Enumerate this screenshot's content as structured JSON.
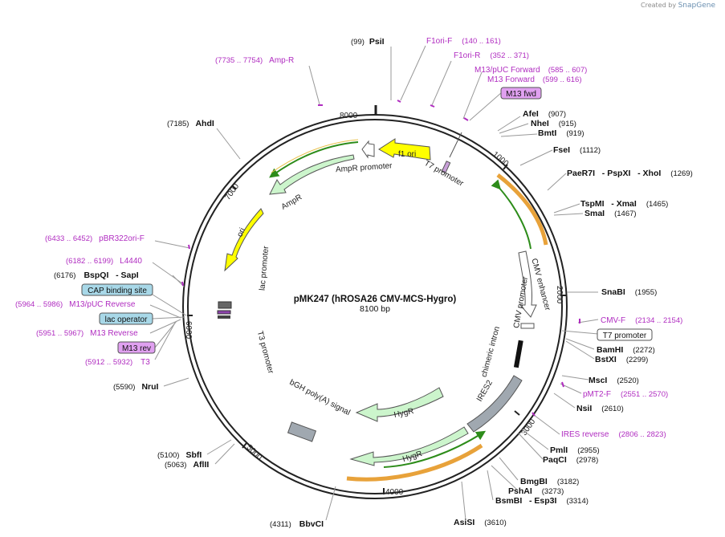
{
  "brand": {
    "created_by": "Created by",
    "product": "SnapGene"
  },
  "plasmid": {
    "name": "pMK247 (hROSA26 CMV-MCS-Hygro)",
    "size": "8100 bp"
  },
  "ticks": [
    "1000",
    "2000",
    "3000",
    "4000",
    "5000",
    "6000",
    "7000",
    "8000"
  ],
  "sites": [
    {
      "name": "PsiI",
      "pos": "(99)"
    },
    {
      "name": "AfeI",
      "pos": "(907)"
    },
    {
      "name": "NheI",
      "pos": "(915)"
    },
    {
      "name": "BmtI",
      "pos": "(919)"
    },
    {
      "name": "FseI",
      "pos": "(1112)"
    },
    {
      "name": "PaeR7I   - PspXI   - XhoI",
      "pos": "(1269)"
    },
    {
      "name": "TspMI   - XmaI",
      "pos": "(1465)"
    },
    {
      "name": "SmaI",
      "pos": "(1467)"
    },
    {
      "name": "SnaBI",
      "pos": "(1955)"
    },
    {
      "name": "BamHI",
      "pos": "(2272)"
    },
    {
      "name": "BstXI",
      "pos": "(2299)"
    },
    {
      "name": "MscI",
      "pos": "(2520)"
    },
    {
      "name": "NsiI",
      "pos": "(2610)"
    },
    {
      "name": "PmlI",
      "pos": "(2955)"
    },
    {
      "name": "PaqCI",
      "pos": "(2978)"
    },
    {
      "name": "BmgBI",
      "pos": "(3182)"
    },
    {
      "name": "PshAI",
      "pos": "(3273)"
    },
    {
      "name": "BsmBI   - Esp3I",
      "pos": "(3314)"
    },
    {
      "name": "AsiSI",
      "pos": "(3610)"
    },
    {
      "name": "BbvCI",
      "pos": "(4311)"
    },
    {
      "name": "AflII",
      "pos": "(5063)"
    },
    {
      "name": "SbfI",
      "pos": "(5100)"
    },
    {
      "name": "NruI",
      "pos": "(5590)"
    },
    {
      "name": "BspQI   - SapI",
      "pos": "(6176)"
    },
    {
      "name": "AhdI",
      "pos": "(7185)"
    }
  ],
  "primers": [
    {
      "name": "Amp-R",
      "pos": "(7735 .. 7754)"
    },
    {
      "name": "F1ori-F",
      "pos": "(140 .. 161)"
    },
    {
      "name": "F1ori-R",
      "pos": "(352 .. 371)"
    },
    {
      "name": "M13/pUC Forward",
      "pos": "(585 .. 607)"
    },
    {
      "name": "M13 Forward",
      "pos": "(599 .. 616)"
    },
    {
      "name": "pBR322ori-F",
      "pos": "(6433 .. 6452)"
    },
    {
      "name": "L4440",
      "pos": "(6182 .. 6199)"
    },
    {
      "name": "M13/pUC Reverse",
      "pos": "(5964 .. 5986)"
    },
    {
      "name": "M13 Reverse",
      "pos": "(5951 .. 5967)"
    },
    {
      "name": "T3",
      "pos": "(5912 .. 5932)"
    },
    {
      "name": "CMV-F",
      "pos": "(2134 .. 2154)"
    },
    {
      "name": "pMT2-F",
      "pos": "(2551 .. 2570)"
    },
    {
      "name": "IRES reverse",
      "pos": "(2806 .. 2823)"
    }
  ],
  "boxed_features": [
    "M13 fwd",
    "CAP binding site",
    "lac operator",
    "M13 rev",
    "T7 promoter"
  ],
  "features": [
    "f1 ori",
    "AmpR promoter",
    "AmpR",
    "ori",
    "T7 promoter",
    "lac promoter",
    "T3 promoter",
    "CMV enhancer",
    "CMV promoter",
    "chimeric intron",
    "IRES2",
    "HygR",
    "HygR",
    "bGH poly(A) signal"
  ],
  "colors": {
    "primer": "#b02cc0",
    "backbone": "#222222",
    "ori": "#ffff00",
    "ampr": "#ccf5cc",
    "hygr": "#ccf5cc",
    "ires": "#a0a8b0",
    "promoter": "#ffffff",
    "orf_green": "#2d8c1a",
    "orf_orange": "#e8a23a",
    "box_blue": "#a8d8e8",
    "box_purple": "#e0a0f0"
  }
}
